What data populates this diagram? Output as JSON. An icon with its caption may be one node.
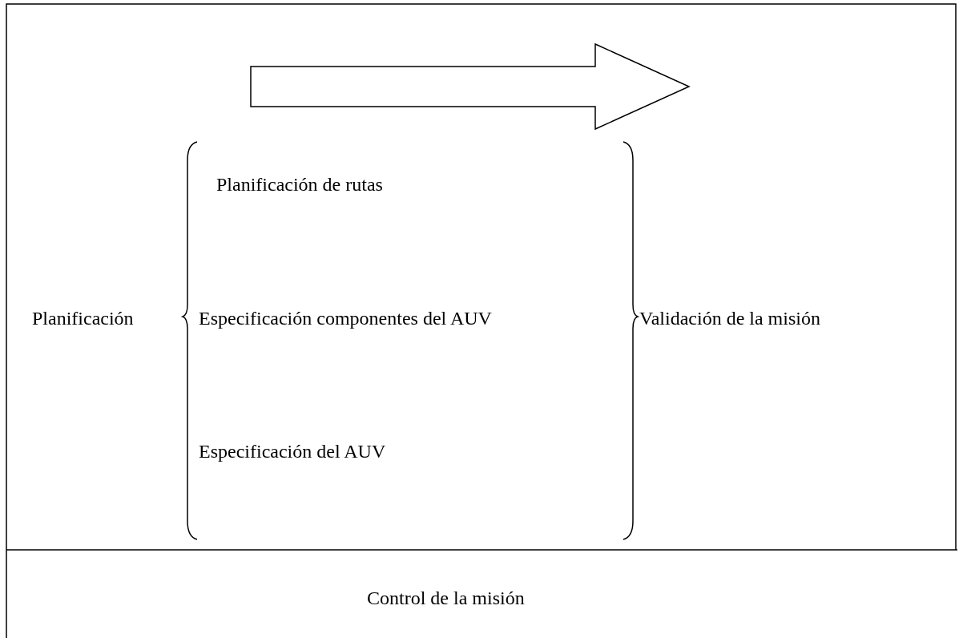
{
  "diagram": {
    "labels": [
      "Planificación de rutas",
      "Planificación",
      "Especificación componentes del AUV",
      "Validación de la misión",
      "Especificación del AUV",
      "Control de la misión"
    ]
  }
}
